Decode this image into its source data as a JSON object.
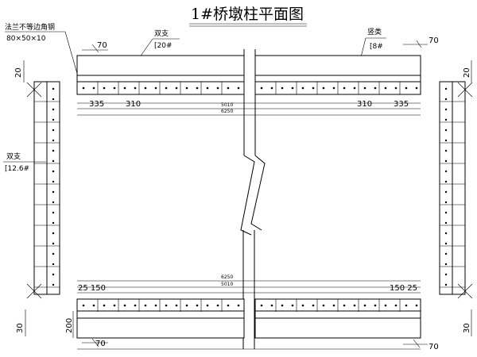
{
  "title": "1#桥墩柱平面图",
  "labels": {
    "angle_steel": "法兰不等边角钢",
    "angle_steel_size": "80×50×10",
    "double_top": "双支",
    "channel_20": "[20#",
    "vertical_rib": "竖类",
    "channel_8": "[8#",
    "double_left": "双支",
    "channel_12_6": "[12.6#"
  },
  "dimensions": {
    "d70": "70",
    "d20": "20",
    "d30": "30",
    "d335": "335",
    "d310": "310",
    "total_top": "6250",
    "inner_top": "5010",
    "total_bottom": "6250",
    "inner_bottom": "5010",
    "d25_150_l": "25 150",
    "d150_25_r": "150 25",
    "d200": "200"
  },
  "colors": {
    "line": "#000000",
    "background": "#ffffff"
  }
}
